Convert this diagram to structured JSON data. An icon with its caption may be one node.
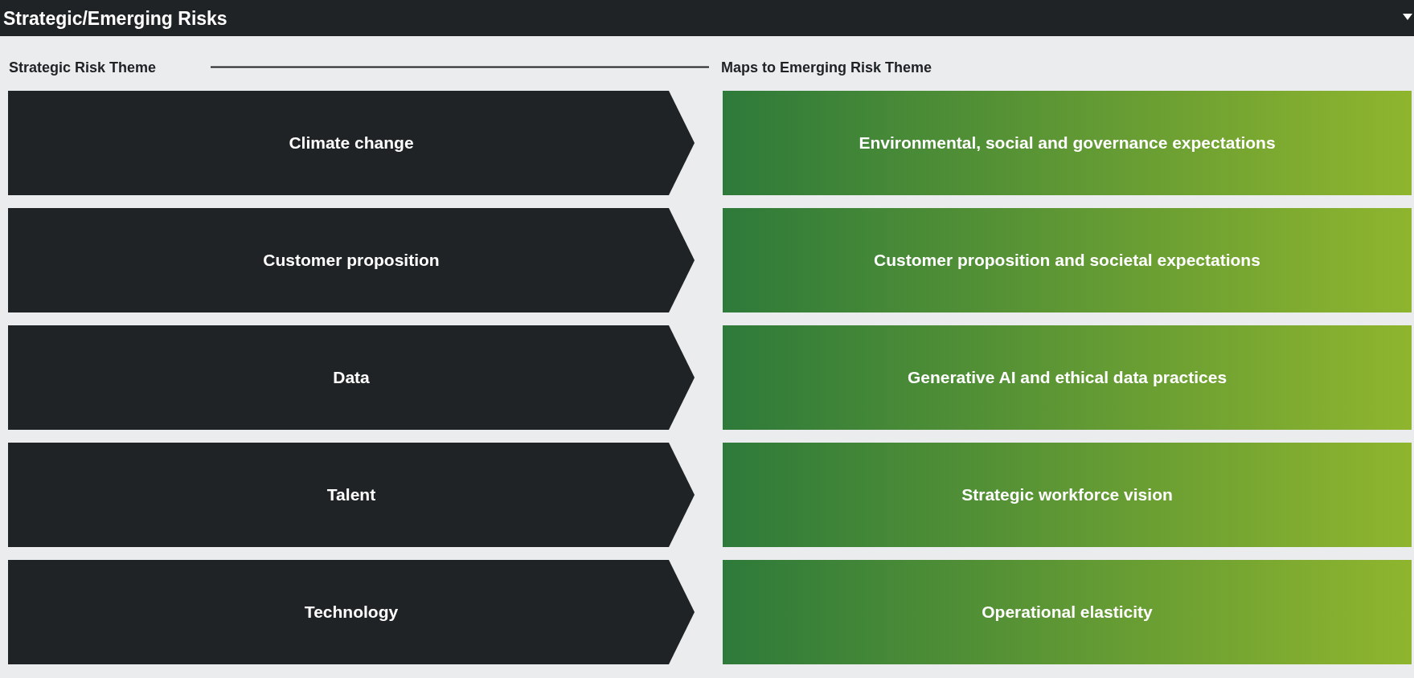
{
  "diagram": {
    "title": "Strategic/Emerging Risks",
    "nodes": [
      {
        "text": [
          "Climate change"
        ]
      },
      {
        "text": [
          "Environmental, social and governance expectations"
        ]
      },
      {
        "text": [
          "Customer proposition"
        ]
      },
      {
        "text": [
          "Customer proposition and societal expectations"
        ]
      },
      {
        "text": [
          "Data"
        ]
      },
      {
        "text": [
          "Generative AI and ethical data practices"
        ]
      },
      {
        "text": [
          "Talent"
        ]
      },
      {
        "text": [
          "Strategic workforce vision"
        ]
      },
      {
        "text": [
          "Technology"
        ]
      },
      {
        "text": [
          "Operational elasticity"
        ]
      }
    ],
    "labels": [
      "Strategic Risk Theme",
      "Maps to Emerging Risk Theme"
    ]
  }
}
